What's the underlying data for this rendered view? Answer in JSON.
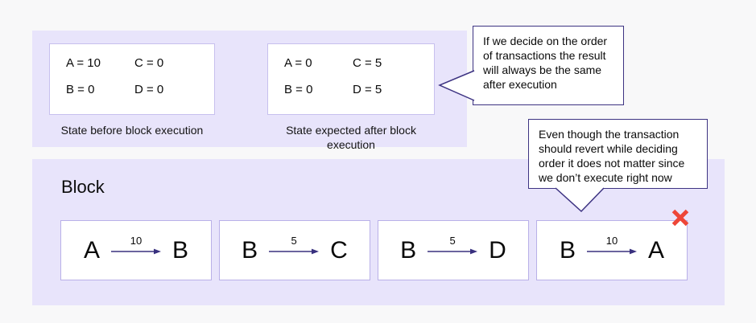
{
  "colors": {
    "page_bg": "#f8f8f9",
    "panel_bg": "#e8e4fb",
    "light_box_border": "#b9b0e8",
    "callout_border": "#3d3382",
    "arrow": "#38307e",
    "reject_x": "#ee4638",
    "text": "#0a0a0a"
  },
  "state_section": {
    "states": [
      {
        "caption": "State before block execution",
        "cells": [
          [
            "A = 10",
            "C = 0"
          ],
          [
            "B = 0",
            "D = 0"
          ]
        ]
      },
      {
        "caption": "State expected after block execution",
        "cells": [
          [
            "A = 0",
            "C = 5"
          ],
          [
            "B = 0",
            "D = 5"
          ]
        ]
      }
    ]
  },
  "callouts": [
    {
      "lines": [
        "If we decide on the order",
        "of transactions the result",
        "will always be the same",
        "after execution"
      ]
    },
    {
      "lines": [
        "Even though the transaction",
        "should revert while deciding",
        "order it does not matter since",
        "we don’t execute right now"
      ]
    }
  ],
  "block_section": {
    "title": "Block",
    "transactions": [
      {
        "from": "A",
        "amount": "10",
        "to": "B",
        "rejected": false
      },
      {
        "from": "B",
        "amount": "5",
        "to": "C",
        "rejected": false
      },
      {
        "from": "B",
        "amount": "5",
        "to": "D",
        "rejected": false
      },
      {
        "from": "B",
        "amount": "10",
        "to": "A",
        "rejected": true
      }
    ]
  },
  "icons": {
    "reject": "x-mark",
    "transfer": "right-arrow"
  }
}
